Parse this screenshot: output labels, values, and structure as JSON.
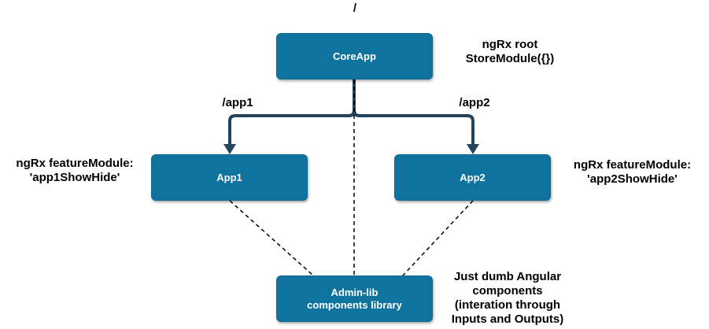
{
  "diagram": {
    "root_route_label": "/",
    "colors": {
      "node_fill": "#10739e",
      "node_text": "#ffffff",
      "solid_edge": "#23445d",
      "dashed_edge": "#000000"
    },
    "nodes": {
      "coreapp": {
        "label": "CoreApp"
      },
      "app1": {
        "label": "App1"
      },
      "app2": {
        "label": "App2"
      },
      "adminlib": {
        "label_lines": [
          "Admin-lib",
          "components library"
        ]
      }
    },
    "annotations": {
      "coreapp_store": [
        "ngRx root",
        "StoreModule({})"
      ],
      "app1_route": "/app1",
      "app2_route": "/app2",
      "app1_store": [
        "ngRx featureModule:",
        "'app1ShowHide'"
      ],
      "app2_store": [
        "ngRx featureModule:",
        "'app2ShowHide'"
      ],
      "adminlib_note": [
        "Just dumb Angular",
        "components",
        "(interation through",
        "Inputs and Outputs)"
      ]
    }
  }
}
